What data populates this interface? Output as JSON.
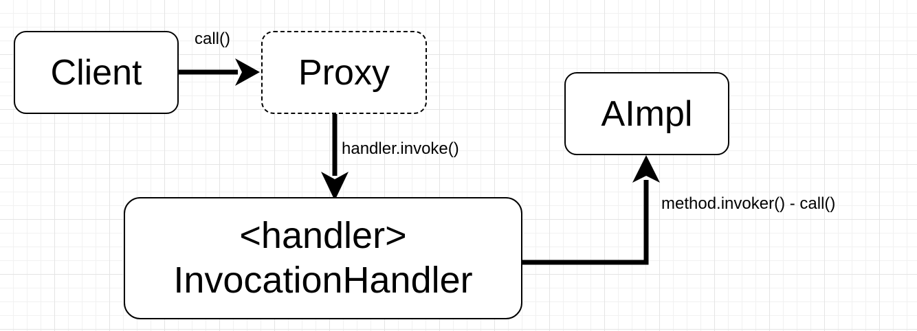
{
  "diagram": {
    "nodes": {
      "client": {
        "label": "Client"
      },
      "proxy": {
        "label": "Proxy"
      },
      "aimpl": {
        "label": "AImpl"
      },
      "handler": {
        "line1": "<handler>",
        "line2": "InvocationHandler"
      }
    },
    "edges": {
      "client_to_proxy": {
        "label": "call()"
      },
      "proxy_to_handler": {
        "label": "handler.invoke()"
      },
      "handler_to_aimpl": {
        "label": "method.invoker() - call()"
      }
    }
  }
}
